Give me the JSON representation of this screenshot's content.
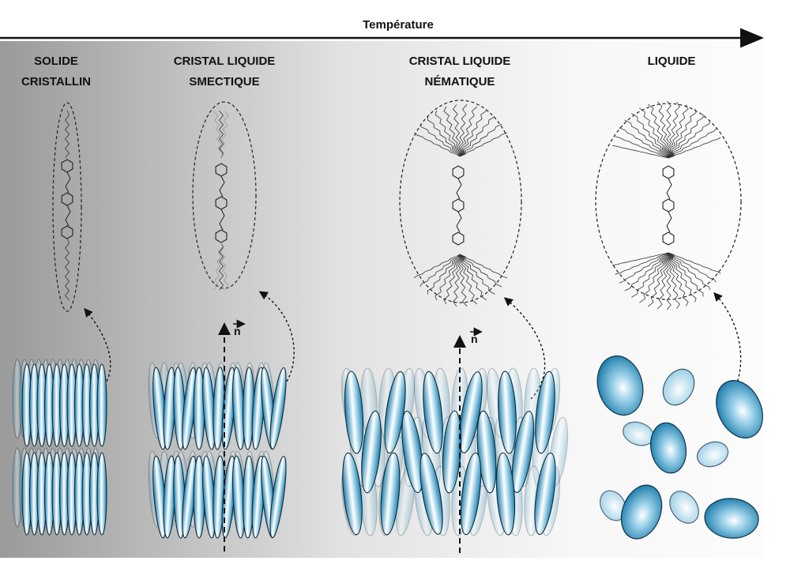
{
  "axis": {
    "label": "Température"
  },
  "phases": [
    {
      "line1": "SOLIDE",
      "line2": "CRISTALLIN"
    },
    {
      "line1": "CRISTAL LIQUIDE",
      "line2": "SMECTIQUE"
    },
    {
      "line1": "CRISTAL LIQUIDE",
      "line2": "NÉMATIQUE"
    },
    {
      "line1": "LIQUIDE",
      "line2": ""
    }
  ],
  "director": {
    "label": "n"
  },
  "colors": {
    "background_left": "#9a9a9a",
    "background_right": "#fafafa",
    "molecule_blue": "#1b86b5",
    "molecule_light": "#ffffff",
    "outline": "#111111"
  }
}
